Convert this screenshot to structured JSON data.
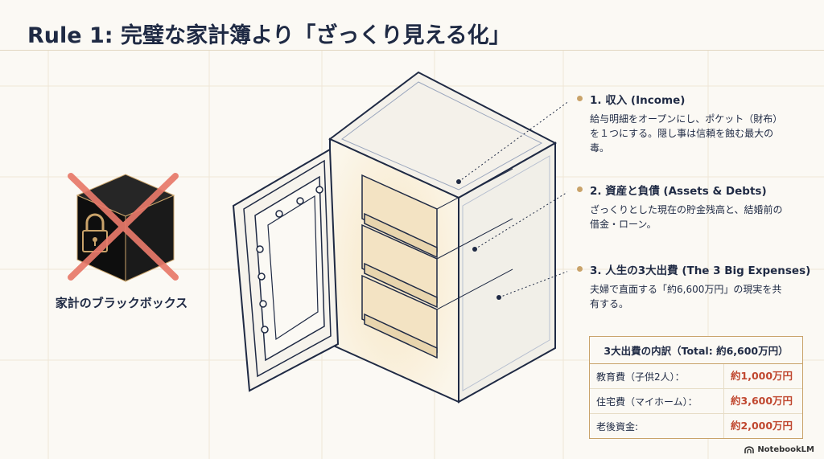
{
  "title": "Rule 1: 完璧な家計簿より「ざっくり見える化」",
  "left": {
    "label": "家計のブラックボックス"
  },
  "notes": [
    {
      "head": "1. 収入 (Income)",
      "body": "給与明細をオープンにし、ポケット（財布）を１つにする。隠し事は信頼を蝕む最大の毒。"
    },
    {
      "head": "2. 資産と負債 (Assets & Debts)",
      "body": "ざっくりとした現在の貯金残高と、結婚前の借金・ローン。"
    },
    {
      "head": "3. 人生の3大出費 (The 3 Big Expenses)",
      "body": "夫婦で直面する「約6,600万円」の現実を共有する。"
    }
  ],
  "breakdown": {
    "header": "3大出費の内訳（Total: 約6,600万円）",
    "rows": [
      {
        "label": "教育費（子供2人）：",
        "value": "約1,000万円"
      },
      {
        "label": "住宅費（マイホーム）：",
        "value": "約3,600万円"
      },
      {
        "label": "老後資金:",
        "value": "約2,000万円"
      }
    ]
  },
  "brand": "NotebookLM",
  "colors": {
    "navy": "#1f2a44",
    "gold": "#c9a36a",
    "red": "#c0472f",
    "cross": "#e8796a"
  }
}
